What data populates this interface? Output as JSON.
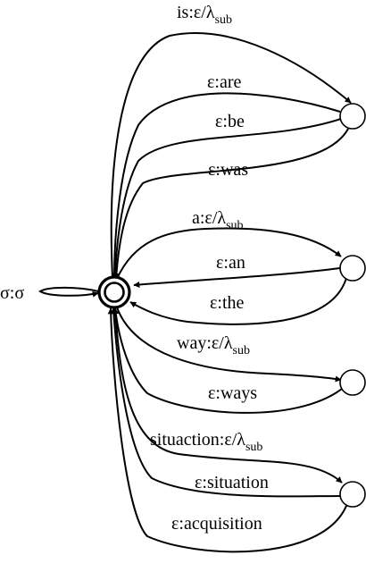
{
  "self_loop_label": "σ:σ",
  "groups": [
    {
      "from_label": {
        "text": "is:ε/λ",
        "sub": "sub"
      },
      "back_labels": [
        "ε:are",
        "ε:be",
        "ε:was"
      ]
    },
    {
      "from_label": {
        "text": "a:ε/λ",
        "sub": "sub"
      },
      "back_labels": [
        "ε:an",
        "ε:the"
      ]
    },
    {
      "from_label": {
        "text": "way:ε/λ",
        "sub": "sub"
      },
      "back_labels": [
        "ε:ways"
      ]
    },
    {
      "from_label": {
        "text": "situaction:ε/λ",
        "sub": "sub"
      },
      "back_labels": [
        "ε:situation",
        "ε:acquisition"
      ]
    }
  ]
}
